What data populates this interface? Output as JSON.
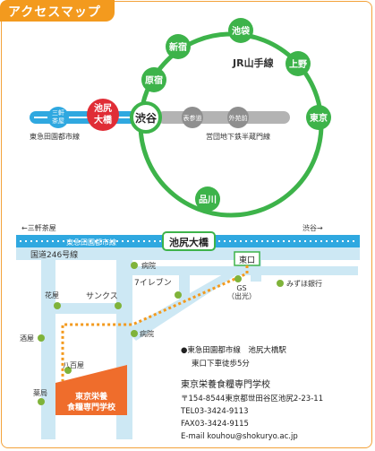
{
  "title": "アクセスマップ",
  "route_map": {
    "jr_line": "JR山手線",
    "stations": {
      "shinjuku": "新宿",
      "ikebukuro": "池袋",
      "ueno": "上野",
      "tokyo": "東京",
      "shinagawa": "品川",
      "harajuku": "原宿",
      "shibuya": "渋谷",
      "ikejiri_ohashi": [
        "池尻",
        "大橋"
      ],
      "sangenjaya": [
        "三軒",
        "茶屋"
      ],
      "omotesando": "表参道",
      "gaienmae": "外苑前"
    },
    "denentoshi_line": "東急田園都市線",
    "hanzomon_line": "営団地下鉄半蔵門線"
  },
  "area_map": {
    "sangenjaya_arrow": "←三軒茶屋",
    "shibuya_arrow": "渋谷→",
    "rail_label": "東急田園都市線",
    "station": "池尻大橋",
    "road": "国道246号線",
    "east_exit": "東口",
    "landmarks": {
      "hospital1": "病院",
      "seven_eleven": "7イレブン",
      "gs": [
        "GS",
        "（出光）"
      ],
      "mizuho": "みずほ銀行",
      "hanaya": "花屋",
      "sunkus": "サンクス",
      "sakaya": "酒屋",
      "hospital2": "病院",
      "yaoya": "八百屋",
      "yakkyoku": "薬局"
    },
    "school_marker": [
      "東京栄養",
      "食糧専門学校"
    ],
    "directions": [
      "●東急田園都市線　池尻大橋駅",
      "東口下車徒歩5分"
    ]
  },
  "school_info": {
    "name": "東京栄養食糧専門学校",
    "address": "〒154-8544東京都世田谷区池尻2-23-11",
    "tel": "TEL03-3424-9113",
    "fax": "FAX03-3424-9115",
    "email": "E-mail  kouhou@shokuryo.ac.jp"
  },
  "colors": {
    "orange": "#f39a1e",
    "jr_green": "#3db34a",
    "denentoshi_blue": "#2fa8e0",
    "hanzomon_gray": "#a9a9a9",
    "shibuya_red": "#e02d36",
    "school_orange": "#ef6d2c"
  }
}
